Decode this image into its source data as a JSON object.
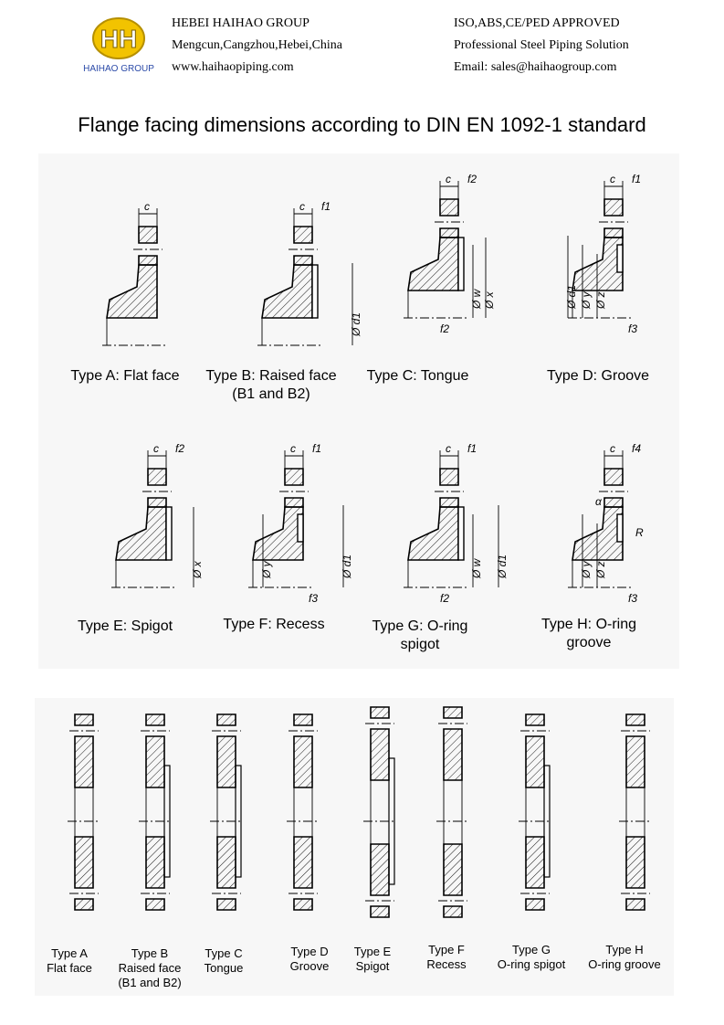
{
  "header": {
    "logo_letters": "HH",
    "logo_caption": "HAIHAO GROUP",
    "company_name": "HEBEI HAIHAO GROUP",
    "address": "Mengcun,Cangzhou,Hebei,China",
    "website": "www.haihaopiping.com",
    "approvals": "ISO,ABS,CE/PED APPROVED",
    "slogan": "Professional Steel Piping Solution",
    "email": "Email: sales@haihaogroup.com",
    "colors": {
      "logo_yellow": "#f2c300",
      "logo_blue": "#2b4aa8"
    }
  },
  "title": "Flange facing dimensions according to DIN EN 1092-1 standard",
  "detail_types": [
    {
      "line1": "Type A: Flat face",
      "line2": ""
    },
    {
      "line1": "Type B: Raised face",
      "line2": "(B1 and B2)"
    },
    {
      "line1": "Type C: Tongue",
      "line2": ""
    },
    {
      "line1": "Type D: Groove",
      "line2": ""
    },
    {
      "line1": "Type E: Spigot",
      "line2": ""
    },
    {
      "line1": "Type F: Recess",
      "line2": ""
    },
    {
      "line1": "Type G: O-ring",
      "line2": "spigot"
    },
    {
      "line1": "Type H: O-ring",
      "line2": "groove"
    }
  ],
  "dimension_labels": {
    "c": "c",
    "f1": "f1",
    "f2": "f2",
    "f3": "f3",
    "f4": "f4",
    "d1": "Ø d1",
    "w": "Ø w",
    "x": "Ø x",
    "y": "Ø y",
    "z": "Ø z",
    "alpha": "α",
    "r": "R"
  },
  "section_types": [
    {
      "line1": "Type A",
      "line2": "Flat face",
      "line3": ""
    },
    {
      "line1": "Type B",
      "line2": "Raised face",
      "line3": "(B1 and B2)"
    },
    {
      "line1": "Type C",
      "line2": "Tongue",
      "line3": ""
    },
    {
      "line1": "Type D",
      "line2": "Groove",
      "line3": ""
    },
    {
      "line1": "Type E",
      "line2": "Spigot",
      "line3": ""
    },
    {
      "line1": "Type F",
      "line2": "Recess",
      "line3": ""
    },
    {
      "line1": "Type G",
      "line2": "O-ring spigot",
      "line3": ""
    },
    {
      "line1": "Type H",
      "line2": "O-ring groove",
      "line3": ""
    }
  ]
}
